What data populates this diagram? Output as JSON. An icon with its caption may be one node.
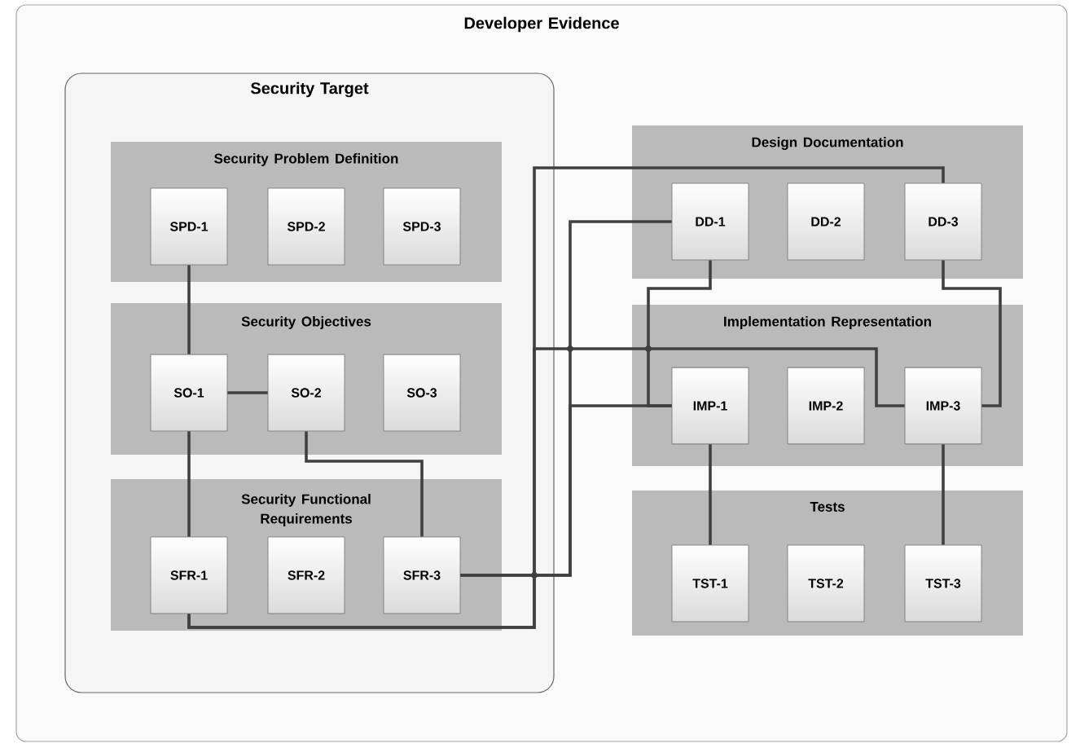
{
  "diagram": {
    "nodes": [
      {
        "text": [
          "Developer Evidence"
        ]
      },
      {
        "text": [
          "Security Target"
        ],
        "in": 0
      },
      {
        "text": [
          "Security Problem Definition"
        ],
        "in": 1
      },
      {
        "text": [
          "SPD-1"
        ],
        "in": 2
      },
      {
        "text": [
          "SPD-2"
        ],
        "in": 2
      },
      {
        "text": [
          "SPD-3"
        ],
        "in": 2
      },
      {
        "text": [
          "Security Objectives"
        ],
        "in": 1
      },
      {
        "text": [
          "SO-1"
        ],
        "in": 6
      },
      {
        "text": [
          "SO-2"
        ],
        "in": 6
      },
      {
        "text": [
          "SO-3"
        ],
        "in": 6
      },
      {
        "text": [
          "Security Functional Requirements"
        ],
        "in": 1
      },
      {
        "text": [
          "SFR-1"
        ],
        "in": 10
      },
      {
        "text": [
          "SFR-2"
        ],
        "in": 10
      },
      {
        "text": [
          "SFR-3"
        ],
        "in": 10
      },
      {
        "text": [
          "Design Documentation"
        ],
        "in": 0
      },
      {
        "text": [
          "DD-1"
        ],
        "in": 14
      },
      {
        "text": [
          "DD-2"
        ],
        "in": 14
      },
      {
        "text": [
          "DD-3"
        ],
        "in": 14
      },
      {
        "text": [
          "Implementation Representation"
        ],
        "in": 0
      },
      {
        "text": [
          "IMP-1"
        ],
        "in": 18
      },
      {
        "text": [
          "IMP-2"
        ],
        "in": 18
      },
      {
        "text": [
          "IMP-3"
        ],
        "in": 18
      },
      {
        "text": [
          "Tests"
        ],
        "in": 0
      },
      {
        "text": [
          "TST-1"
        ],
        "in": 22
      },
      {
        "text": [
          "TST-2"
        ],
        "in": 22
      },
      {
        "text": [
          "TST-3"
        ],
        "in": 22
      }
    ],
    "edges": [
      {
        "from": 3,
        "to": 7,
        "arrow": "none"
      },
      {
        "from": 7,
        "to": 8,
        "arrow": "none"
      },
      {
        "from": 7,
        "to": 11,
        "arrow": "none"
      },
      {
        "from": 8,
        "to": 13,
        "arrow": "none"
      },
      {
        "from": 11,
        "to": 17,
        "arrow": "none"
      },
      {
        "from": 11,
        "to": 21,
        "arrow": "none"
      },
      {
        "from": 13,
        "to": 15,
        "arrow": "none"
      },
      {
        "from": 13,
        "to": 19,
        "arrow": "none"
      },
      {
        "from": 15,
        "to": 19,
        "arrow": "none"
      },
      {
        "from": 17,
        "to": 21,
        "arrow": "none"
      },
      {
        "from": 19,
        "to": 23,
        "arrow": "none"
      },
      {
        "from": 21,
        "to": 25,
        "arrow": "none"
      }
    ]
  }
}
